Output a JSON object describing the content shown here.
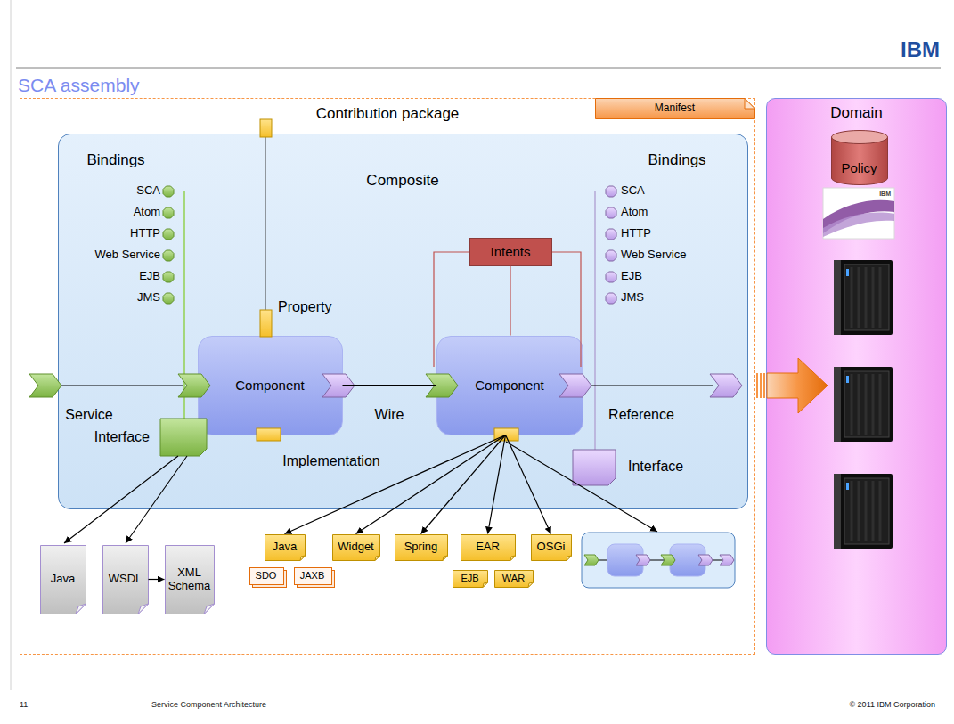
{
  "diagram": {
    "title": "SCA assembly",
    "nodes": [
      {
        "text": [
          "Contribution package"
        ]
      },
      {
        "text": [
          "Manifest"
        ],
        "in": 0
      },
      {
        "text": [
          "Composite"
        ],
        "in": 0
      },
      {
        "text": [
          "Intents"
        ],
        "in": 2
      },
      {
        "text": [
          "Component"
        ],
        "in": 2
      },
      {
        "text": [
          "Component"
        ],
        "in": 2
      },
      {
        "text": [
          "Java"
        ],
        "in": 0
      },
      {
        "text": [
          "WSDL"
        ],
        "in": 0
      },
      {
        "text": [
          "XML Schema"
        ],
        "in": 0
      },
      {
        "text": [
          "Java"
        ],
        "in": 0
      },
      {
        "text": [
          "Widget"
        ],
        "in": 0
      },
      {
        "text": [
          "Spring"
        ],
        "in": 0
      },
      {
        "text": [
          "EAR"
        ],
        "in": 0
      },
      {
        "text": [
          "OSGi"
        ],
        "in": 0
      },
      {
        "text": [
          "SDO"
        ],
        "in": 0
      },
      {
        "text": [
          "JAXB"
        ],
        "in": 0
      },
      {
        "text": [
          "EJB"
        ],
        "in": 0
      },
      {
        "text": [
          "WAR"
        ],
        "in": 0
      },
      {
        "text": [
          "Domain"
        ]
      },
      {
        "text": [
          "Policy"
        ],
        "in": 18
      }
    ],
    "edges": [
      {
        "from": 4,
        "to": 5,
        "arrow": "none"
      },
      {
        "from": 3,
        "to": 5,
        "arrow": "none"
      },
      {
        "from": 7,
        "to": 8,
        "arrow": "to"
      },
      {
        "from": 5,
        "to": 9,
        "arrow": "to"
      },
      {
        "from": 5,
        "to": 10,
        "arrow": "to"
      },
      {
        "from": 5,
        "to": 11,
        "arrow": "to"
      },
      {
        "from": 5,
        "to": 12,
        "arrow": "to"
      },
      {
        "from": 5,
        "to": 13,
        "arrow": "to"
      }
    ],
    "labels": [
      "IBM",
      "Bindings",
      "SCA",
      "Atom",
      "HTTP",
      "Web Service",
      "EJB",
      "JMS",
      "Bindings",
      "SCA",
      "Atom",
      "HTTP",
      "Web Service",
      "EJB",
      "JMS",
      "Property",
      "Service",
      "Wire",
      "Reference",
      "Interface",
      "Implementation",
      "Interface",
      "IBM",
      "11",
      "Service Component Architecture",
      "© 2011 IBM Corporation"
    ]
  }
}
